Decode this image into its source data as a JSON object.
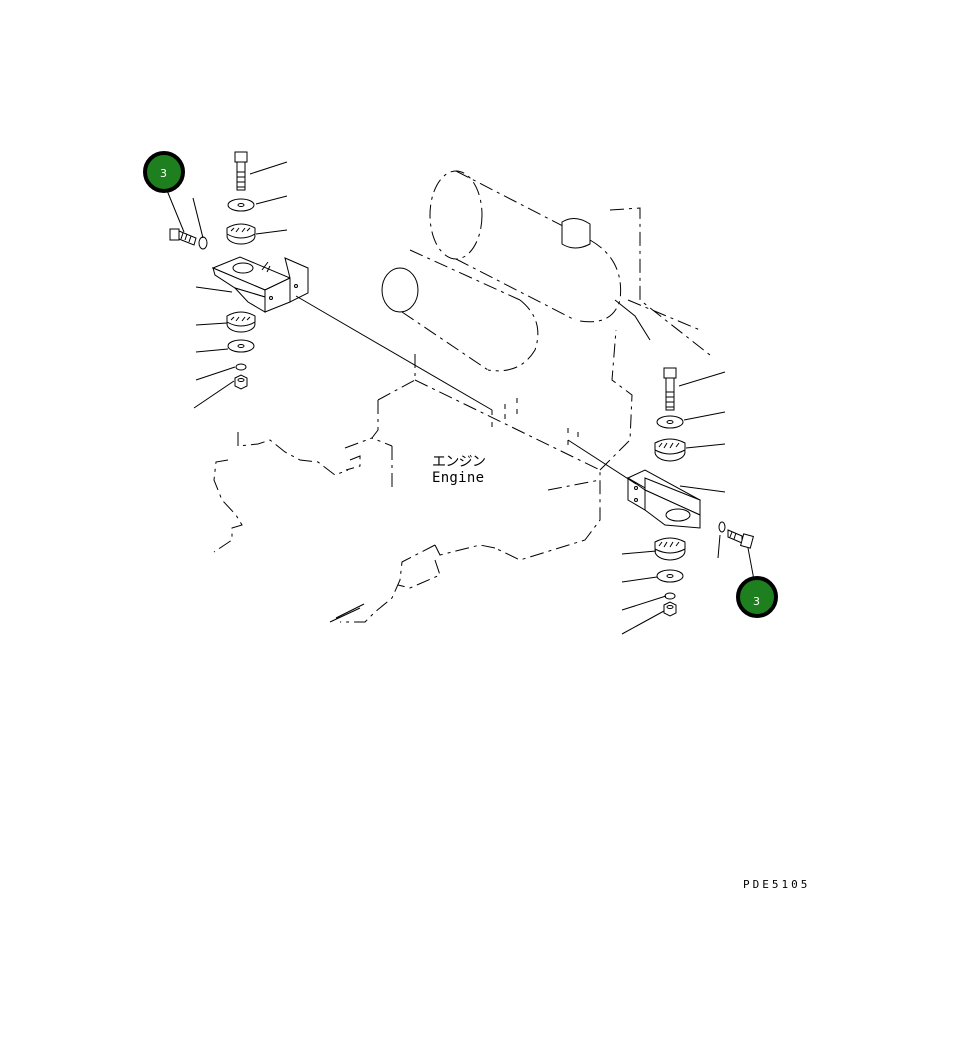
{
  "diagram": {
    "engine_label_jp": "エンジン",
    "engine_label_en": "Engine",
    "drawing_code": "PDE5105",
    "callouts": [
      {
        "id": "callout-left",
        "label": "3"
      },
      {
        "id": "callout-right",
        "label": "3"
      }
    ],
    "callout_color": "#1e7f1e"
  }
}
